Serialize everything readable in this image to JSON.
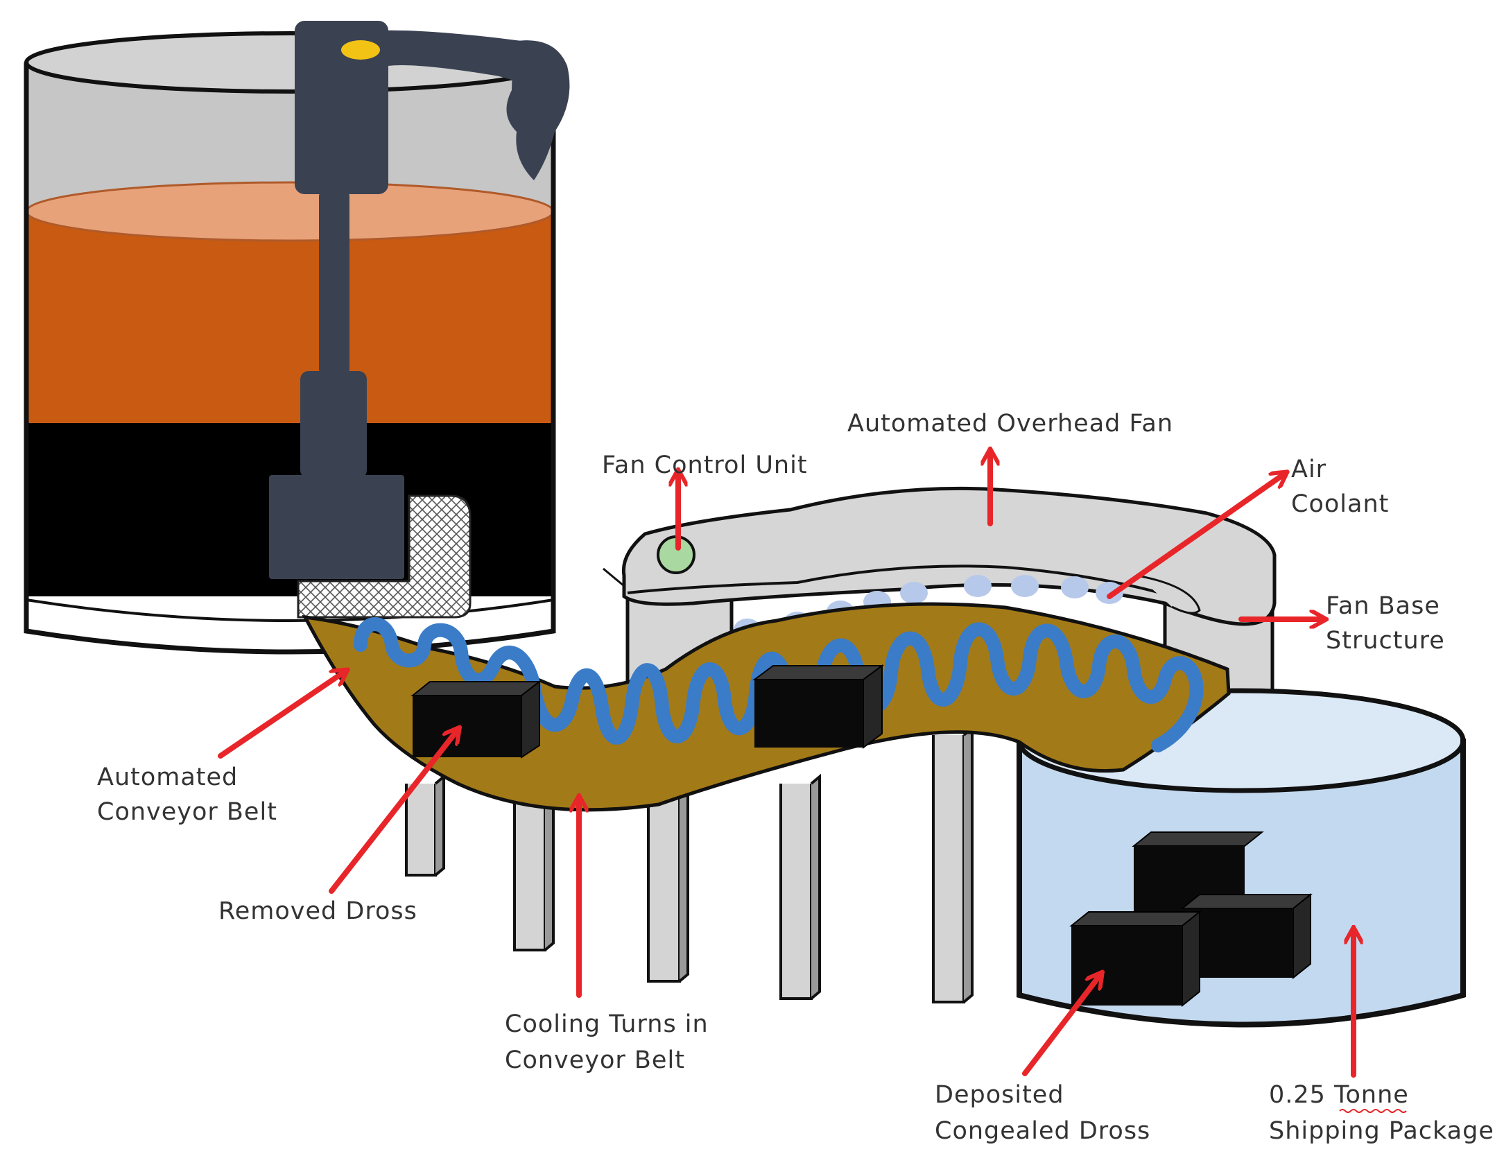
{
  "labels": {
    "automated_overhead_fan": "Automated Overhead Fan",
    "fan_control_unit": "Fan Control Unit",
    "air_coolant_1": "Air",
    "air_coolant_2": "Coolant",
    "fan_base_structure_1": "Fan Base",
    "fan_base_structure_2": "Structure",
    "automated_conveyor_belt_1": "Automated",
    "automated_conveyor_belt_2": "Conveyor Belt",
    "removed_dross": "Removed Dross",
    "cooling_turns_1": "Cooling Turns in",
    "cooling_turns_2": "Conveyor Belt",
    "deposited_dross_1": "Deposited",
    "deposited_dross_2": "Congealed Dross",
    "shipping_package_1": "0.25 Tonne",
    "shipping_package_2": "Shipping Package"
  },
  "colors": {
    "arrow": "#e8262a",
    "molten_metal": "#c85a12",
    "molten_surface": "#e8a27a",
    "dross_layer": "#000000",
    "robot_arm": "#3a4252",
    "belt": "#a37a18",
    "belt_cooling_channel": "#3a7cc8",
    "fan_body": "#d6d6d6",
    "air_coolant": "#b7c9ea",
    "shipping_water": "#c3d9ef",
    "dross_block": "#0a0a0a",
    "control_light": "#a9d9a0",
    "gripper_marker": "#f2c214"
  }
}
